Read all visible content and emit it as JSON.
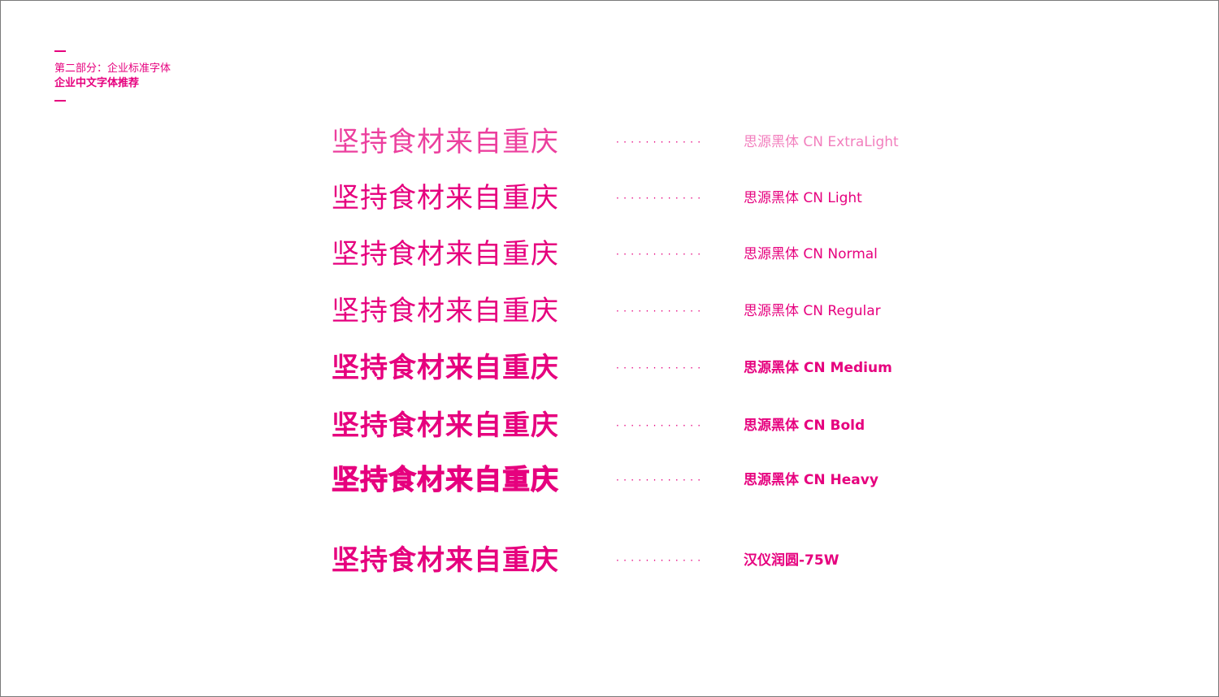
{
  "header": {
    "section": "第二部分：企业标准字体",
    "title": "企业中文字体推荐"
  },
  "sample_text": "坚持食材来自重庆",
  "leader": "············",
  "fonts": [
    {
      "name": "思源黑体 CN ExtraLight"
    },
    {
      "name": "思源黑体 CN Light"
    },
    {
      "name": "思源黑体 CN Normal"
    },
    {
      "name": "思源黑体 CN Regular"
    },
    {
      "name": "思源黑体 CN Medium"
    },
    {
      "name": "思源黑体 CN Bold"
    },
    {
      "name": "思源黑体 CN Heavy"
    },
    {
      "name": "汉仪润圆-75W"
    }
  ],
  "colors": {
    "accent": "#e6007e"
  }
}
